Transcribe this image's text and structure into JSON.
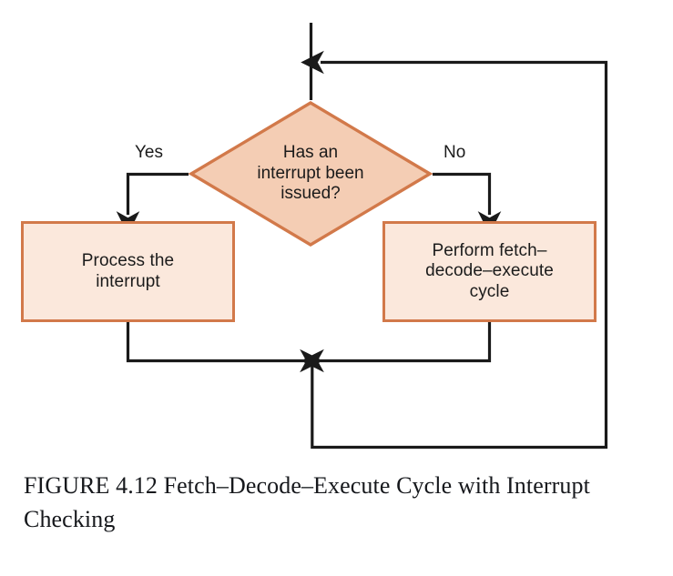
{
  "figure": {
    "caption": "FIGURE 4.12 Fetch–Decode–Execute Cycle with Interrupt Checking",
    "caption_label": "FIGURE 4.12",
    "caption_title": "Fetch–Decode–Execute Cycle with Interrupt Checking"
  },
  "diagram": {
    "type": "flowchart",
    "nodes": [
      {
        "id": "decision",
        "shape": "diamond",
        "label": "Has an\ninterrupt been\nissued?",
        "fill": "#f4cdb4",
        "stroke": "#d2794a"
      },
      {
        "id": "process-interrupt",
        "shape": "rectangle",
        "label": "Process the\ninterrupt",
        "fill": "#fbe8dc",
        "stroke": "#d2794a"
      },
      {
        "id": "fetch-decode-execute",
        "shape": "rectangle",
        "label": "Perform fetch–\ndecode–execute\ncycle",
        "fill": "#fbe8dc",
        "stroke": "#d2794a"
      }
    ],
    "edges": [
      {
        "id": "entry",
        "from": "loop-top",
        "to": "decision",
        "label": ""
      },
      {
        "id": "yes-branch",
        "from": "decision",
        "to": "process-interrupt",
        "label": "Yes"
      },
      {
        "id": "no-branch",
        "from": "decision",
        "to": "fetch-decode-execute",
        "label": "No"
      },
      {
        "id": "merge-left",
        "from": "process-interrupt",
        "to": "merge-point",
        "label": ""
      },
      {
        "id": "merge-right",
        "from": "fetch-decode-execute",
        "to": "merge-point",
        "label": ""
      },
      {
        "id": "loop-back",
        "from": "merge-point",
        "to": "entry",
        "label": ""
      }
    ],
    "colors": {
      "line": "#1a1a1a",
      "diamond_fill": "#f4cdb4",
      "box_fill": "#fbe8dc",
      "shape_stroke": "#d2794a",
      "text": "#1b1b1b",
      "background": "#ffffff"
    }
  }
}
